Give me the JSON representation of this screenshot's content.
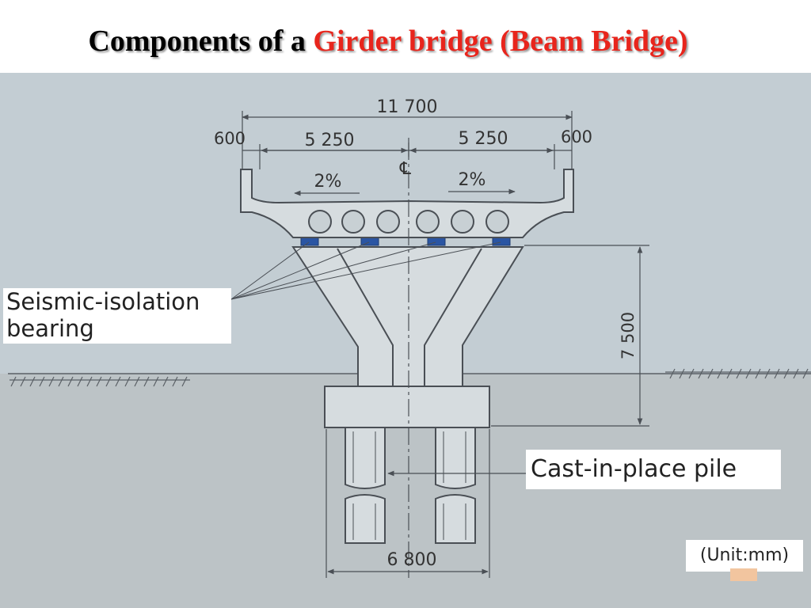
{
  "title": {
    "part1": "Components of a",
    "part2": "Girder bridge (Beam Bridge)"
  },
  "diagram": {
    "dims": {
      "total_width": "11 700",
      "left_edge": "600",
      "left_lane": "5 250",
      "right_lane": "5 250",
      "right_edge": "600",
      "centerline": "℄",
      "slope_left": "2%",
      "slope_right": "2%",
      "pier_height": "7 500",
      "pile_spacing": "6 800"
    },
    "labels": {
      "seismic_line1": "Seismic-isolation",
      "seismic_line2": "bearing",
      "pile": "Cast-in-place pile",
      "unit": "(Unit:mm)"
    }
  },
  "colors": {
    "title_text": "#000000",
    "title_highlight": "#e8251c",
    "sky": "#c3cdd3",
    "ground": "#bcc3c6",
    "concrete": "#d6dcdf",
    "line": "#4a4f55",
    "bearing": "#2a55a3"
  }
}
